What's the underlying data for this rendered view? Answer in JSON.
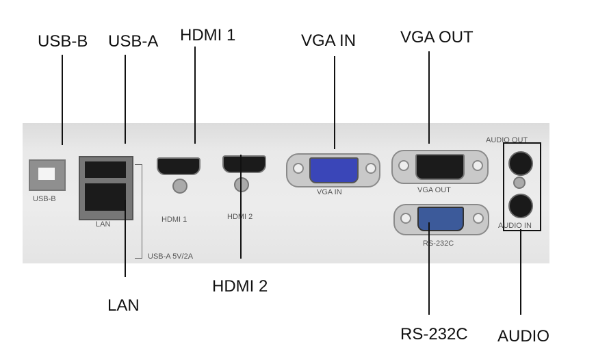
{
  "callouts": {
    "usb_b": "USB-B",
    "usb_a": "USB-A",
    "hdmi1": "HDMI 1",
    "vga_in": "VGA IN",
    "vga_out": "VGA OUT",
    "lan": "LAN",
    "hdmi2": "HDMI 2",
    "rs232c": "RS-232C",
    "audio": "AUDIO"
  },
  "panel_labels": {
    "usb_b": "USB-B",
    "lan": "LAN",
    "usb_a": "USB-A 5V/2A",
    "hdmi1": "HDMI 1",
    "hdmi2": "HDMI 2",
    "vga_in": "VGA IN",
    "vga_out": "VGA OUT",
    "rs232c": "RS-232C",
    "audio_out": "AUDIO OUT",
    "audio_in": "AUDIO IN"
  },
  "colors": {
    "vga_in_port": "#3a46b8",
    "rs232_port": "#3c5a9a"
  }
}
